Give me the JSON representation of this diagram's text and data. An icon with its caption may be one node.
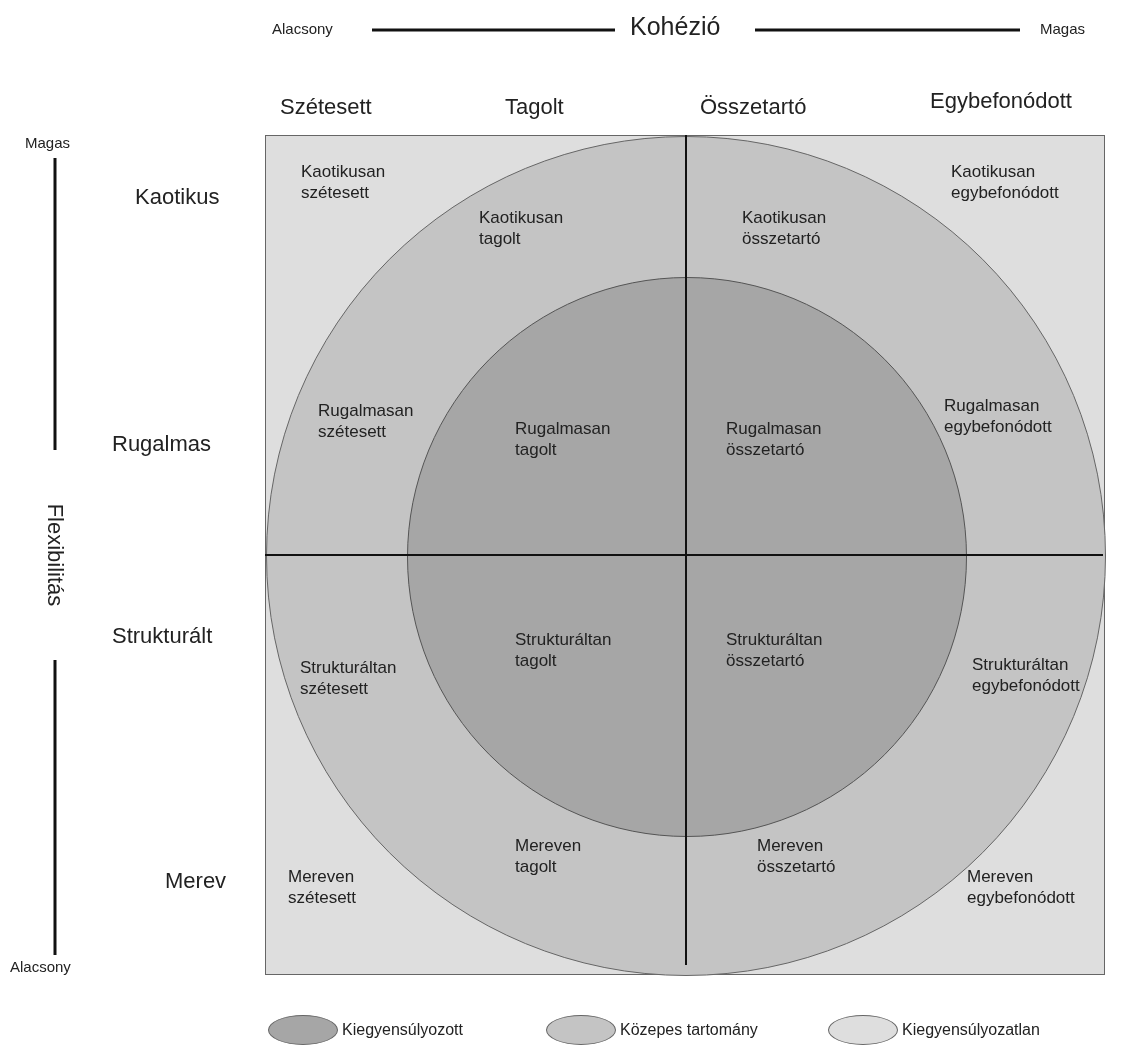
{
  "diagram": {
    "nodes": [
      {
        "text": [
          "Kaotikusan szétesett",
          "Kaotikusan egybefonódott",
          "Mereven szétesett",
          "Mereven egybefonódott"
        ]
      },
      {
        "text": [
          "Kaotikusan tagolt",
          "Kaotikusan összetartó",
          "Rugalmasan szétesett",
          "Rugalmasan egybefonódott",
          "Strukturáltan szétesett",
          "Strukturáltan egybefonódott",
          "Mereven tagolt",
          "Mereven összetartó"
        ],
        "in": 0
      },
      {
        "text": [
          "Rugalmasan tagolt",
          "Rugalmasan összetartó",
          "Strukturáltan tagolt",
          "Strukturáltan összetartó"
        ],
        "in": 1
      }
    ],
    "edges": [],
    "labels": [
      "Alacsony",
      "Kohézió",
      "Magas",
      "Szétesett",
      "Tagolt",
      "Összetartó",
      "Egybefonódott",
      "Magas",
      "Kaotikus",
      "Rugalmas",
      "Flexibilitás",
      "Strukturált",
      "Merev",
      "Alacsony"
    ],
    "legend": [
      {
        "text": "Kiegyensúlyozott",
        "color": "#a6a6a6"
      },
      {
        "text": "Közepes tartomány",
        "color": "#c4c4c4"
      },
      {
        "text": "Kiegyensúlyozatlan",
        "color": "#dedede"
      }
    ]
  }
}
